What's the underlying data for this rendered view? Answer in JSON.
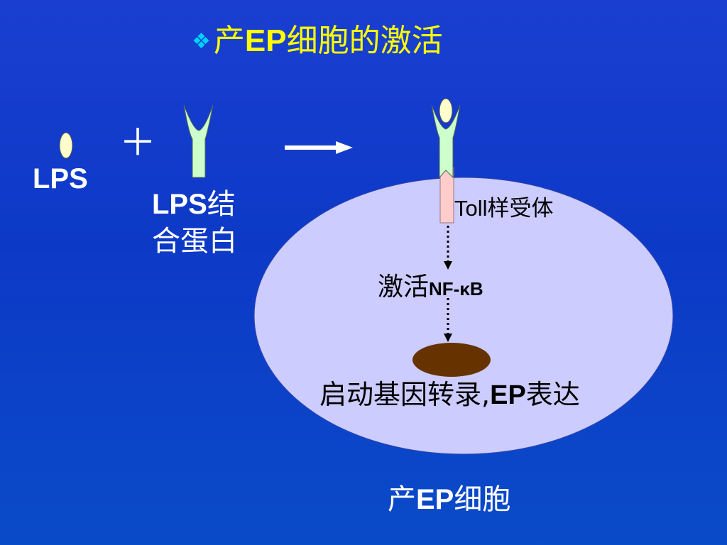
{
  "title": {
    "bullet": "❖",
    "prefix": "产",
    "latin": "EP",
    "suffix": "细胞的激活"
  },
  "lps": {
    "label": "LPS"
  },
  "plus": "＋",
  "lbp": {
    "latin": "LPS",
    "suffix": "结合蛋白"
  },
  "toll": {
    "label": "Toll样受体"
  },
  "nfkb": {
    "prefix": "激活",
    "latin": "NF-κB"
  },
  "expression": {
    "prefix": "启动基因转录,",
    "latin": "EP",
    "suffix": "表达"
  },
  "cell": {
    "prefix": "产",
    "latin": "EP",
    "suffix": "细胞"
  },
  "colors": {
    "background": "#0d39c7",
    "title": "#ffff00",
    "bullet": "#00d0ff",
    "lps_particle": "#ffffcc",
    "receptor_green": "#ccffcc",
    "toll_pink": "#ffcccc",
    "cell_fill": "#ccccff",
    "nucleus": "#663300"
  }
}
